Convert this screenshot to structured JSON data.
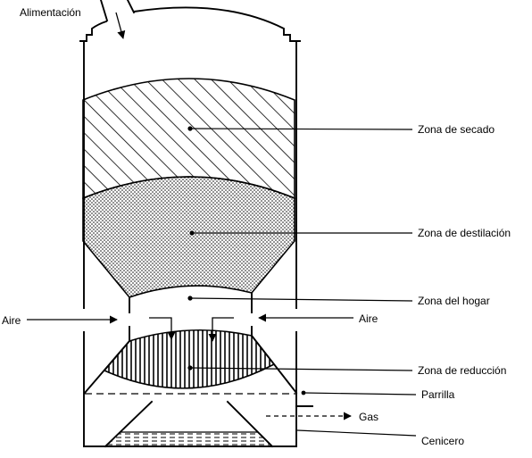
{
  "figure": {
    "feed_label": "Alimentación",
    "air_left_label": "Aire",
    "air_right_label": "Aire",
    "gas_label": "Gas",
    "zones": {
      "drying": "Zona de secado",
      "distillation": "Zona de destilación",
      "hearth": "Zona del hogar",
      "reduction": "Zona de reducción",
      "grate": "Parrilla",
      "ash": "Cenicero"
    }
  }
}
